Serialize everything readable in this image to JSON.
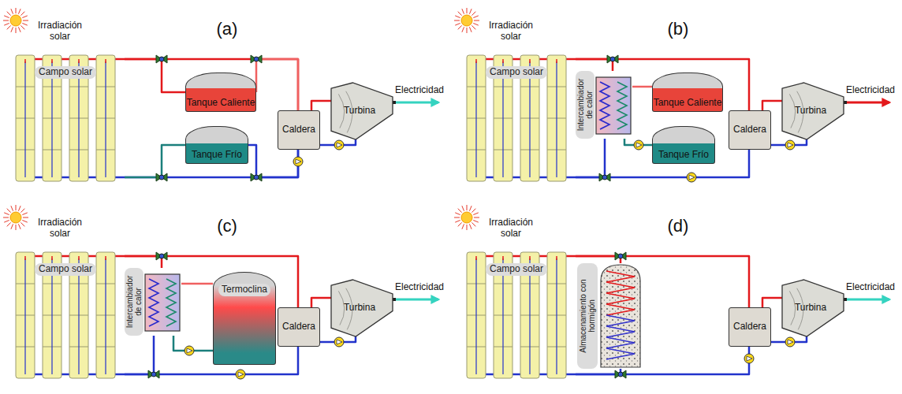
{
  "diagram": {
    "nodes": [
      {
        "text": [
          "Campo solar"
        ]
      },
      {
        "text": [
          "Tanque Caliente"
        ]
      },
      {
        "text": [
          "Tanque Frío"
        ]
      },
      {
        "text": [
          "Caldera"
        ]
      },
      {
        "text": [
          "Turbina"
        ]
      },
      {
        "text": [
          "Campo solar"
        ]
      },
      {
        "text": [
          "Intercambiador de calor"
        ]
      },
      {
        "text": [
          "Tanque Caliente"
        ]
      },
      {
        "text": [
          "Tanque Frío"
        ]
      },
      {
        "text": [
          "Caldera"
        ]
      },
      {
        "text": [
          "Turbina"
        ]
      },
      {
        "text": [
          "Campo solar"
        ]
      },
      {
        "text": [
          "Intercambiador de calor"
        ]
      },
      {
        "text": [
          "Termoclina"
        ]
      },
      {
        "text": [
          "Caldera"
        ]
      },
      {
        "text": [
          "Turbina"
        ]
      },
      {
        "text": [
          "Campo solar"
        ]
      },
      {
        "text": [
          "Almacenamiento con hormigón"
        ]
      },
      {
        "text": [
          "Caldera"
        ]
      },
      {
        "text": [
          "Turbina"
        ]
      }
    ],
    "edges": [
      {
        "from": 0,
        "to": 3,
        "arrow": "none"
      },
      {
        "from": 0,
        "to": 1,
        "arrow": "none"
      },
      {
        "from": 1,
        "to": 3,
        "arrow": "none"
      },
      {
        "from": 3,
        "to": 0,
        "arrow": "none"
      },
      {
        "from": 3,
        "to": 2,
        "arrow": "none"
      },
      {
        "from": 2,
        "to": 0,
        "arrow": "none"
      },
      {
        "from": 3,
        "to": 4,
        "arrow": "none"
      },
      {
        "from": 4,
        "to": 3,
        "arrow": "none"
      },
      {
        "from": 5,
        "to": 9,
        "arrow": "none"
      },
      {
        "from": 5,
        "to": 6,
        "arrow": "none"
      },
      {
        "from": 6,
        "to": 7,
        "arrow": "none"
      },
      {
        "from": 8,
        "to": 6,
        "arrow": "none"
      },
      {
        "from": 6,
        "to": 5,
        "arrow": "none"
      },
      {
        "from": 9,
        "to": 5,
        "arrow": "none"
      },
      {
        "from": 9,
        "to": 10,
        "arrow": "none"
      },
      {
        "from": 10,
        "to": 9,
        "arrow": "none"
      },
      {
        "from": 11,
        "to": 14,
        "arrow": "none"
      },
      {
        "from": 11,
        "to": 12,
        "arrow": "none"
      },
      {
        "from": 12,
        "to": 13,
        "arrow": "none"
      },
      {
        "from": 13,
        "to": 12,
        "arrow": "none"
      },
      {
        "from": 12,
        "to": 11,
        "arrow": "none"
      },
      {
        "from": 14,
        "to": 11,
        "arrow": "none"
      },
      {
        "from": 14,
        "to": 15,
        "arrow": "none"
      },
      {
        "from": 15,
        "to": 14,
        "arrow": "none"
      },
      {
        "from": 16,
        "to": 18,
        "arrow": "none"
      },
      {
        "from": 16,
        "to": 17,
        "arrow": "none"
      },
      {
        "from": 17,
        "to": 16,
        "arrow": "none"
      },
      {
        "from": 18,
        "to": 16,
        "arrow": "none"
      },
      {
        "from": 18,
        "to": 19,
        "arrow": "none"
      },
      {
        "from": 19,
        "to": 18,
        "arrow": "none"
      }
    ],
    "labels": [
      "(a)",
      "Irradiación solar",
      "Electricidad",
      "(b)",
      "Irradiación solar",
      "Electricidad",
      "(c)",
      "Irradiación solar",
      "Electricidad",
      "(d)",
      "Irradiación solar",
      "Electricidad"
    ]
  }
}
